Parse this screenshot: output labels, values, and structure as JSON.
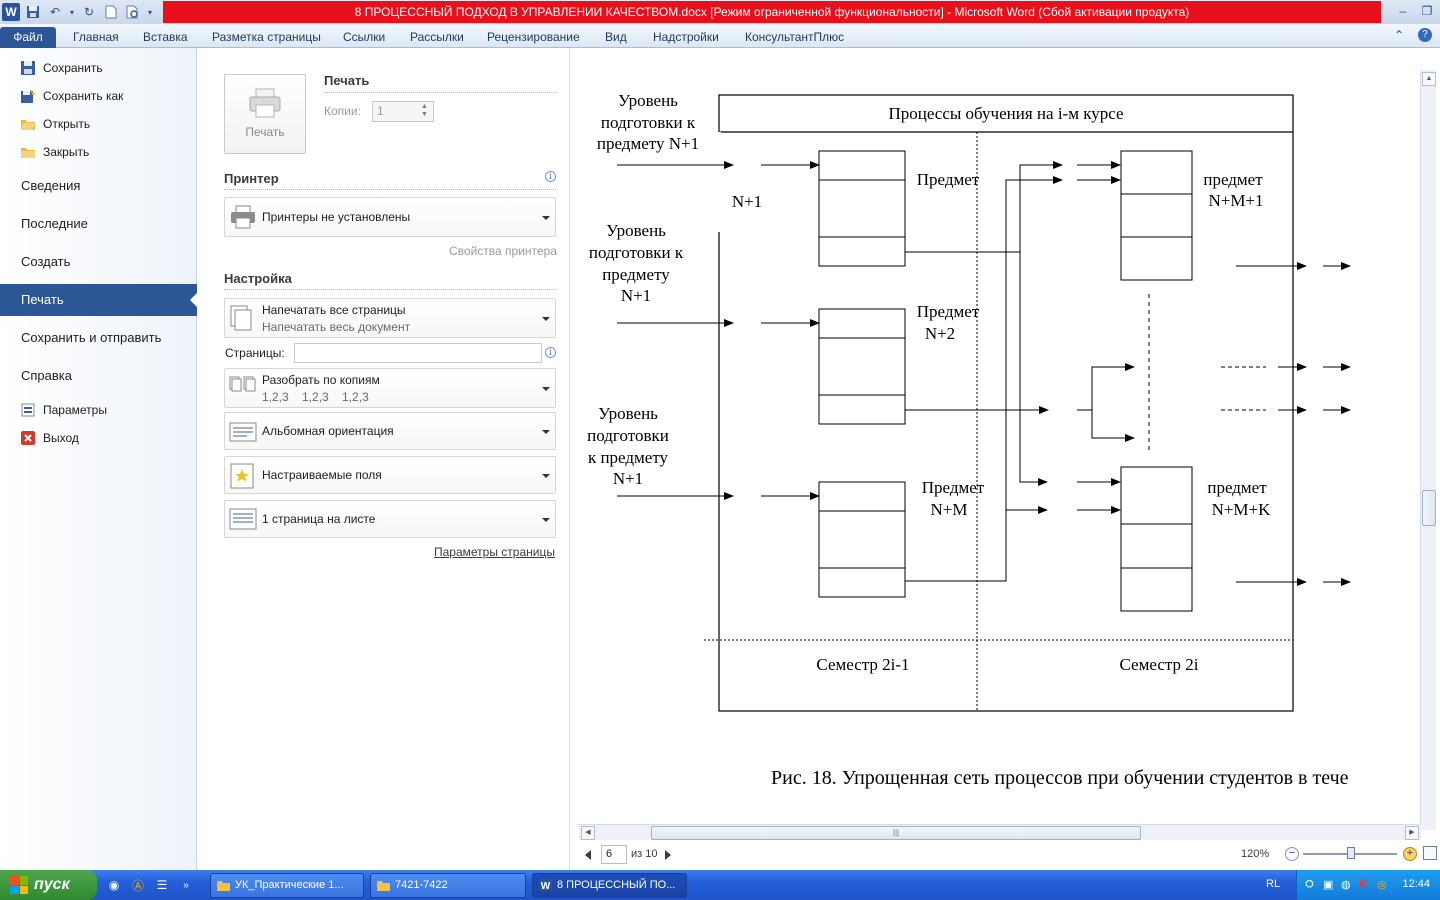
{
  "window": {
    "title": "8 ПРОЦЕССНЫЙ ПОДХОД В УПРАВЛЕНИИ КАЧЕСТВОМ.docx [Режим ограниченной функциональности]  -  Microsoft Word (Сбой активации продукта)",
    "word_icon": "W"
  },
  "ribbon": {
    "tabs": [
      "Файл",
      "Главная",
      "Вставка",
      "Разметка страницы",
      "Ссылки",
      "Рассылки",
      "Рецензирование",
      "Вид",
      "Надстройки",
      "КонсультантПлюс"
    ]
  },
  "backstage": {
    "commands": [
      {
        "label": "Сохранить",
        "icon": "save-icon"
      },
      {
        "label": "Сохранить как",
        "icon": "save-as-icon"
      },
      {
        "label": "Открыть",
        "icon": "open-folder-icon"
      },
      {
        "label": "Закрыть",
        "icon": "close-folder-icon"
      }
    ],
    "tabs": [
      "Сведения",
      "Последние",
      "Создать",
      "Печать",
      "Сохранить и отправить",
      "Справка"
    ],
    "active_tab": "Печать",
    "bottom_commands": [
      {
        "label": "Параметры",
        "icon": "options-icon"
      },
      {
        "label": "Выход",
        "icon": "exit-icon"
      }
    ]
  },
  "print": {
    "button_label": "Печать",
    "section_title": "Печать",
    "copies_label": "Копии:",
    "copies_value": "1",
    "printer_title": "Принтер",
    "printer_value": "Принтеры не установлены",
    "printer_properties": "Свойства принтера",
    "settings_title": "Настройка",
    "pages_option_line1": "Напечатать все страницы",
    "pages_option_line2": "Напечатать весь документ",
    "pages_label": "Страницы:",
    "collate_line1": "Разобрать по копиям",
    "collate_line2": "1,2,3    1,2,3    1,2,3",
    "orientation": "Альбомная ориентация",
    "margins": "Настраиваемые поля",
    "per_sheet": "1 страница на листе",
    "page_setup_link": "Параметры страницы"
  },
  "diagram": {
    "header": "Процессы обучения на i-м курсе",
    "level_labels": [
      [
        "Уровень",
        "подготовки к",
        "предмету N+1"
      ],
      [
        "Уровень",
        "подготовки к",
        "предмету",
        "N+1"
      ],
      [
        "Уровень",
        "подготовки",
        "к предмету",
        "N+1"
      ]
    ],
    "n1_label": "N+1",
    "subjects_left": [
      [
        "Предмет"
      ],
      [
        "Предмет",
        "N+2"
      ],
      [
        "Предмет",
        "N+M"
      ]
    ],
    "subjects_right": [
      [
        "предмет",
        "N+M+1"
      ],
      [
        "предмет",
        "N+M+K"
      ]
    ],
    "semester_left": "Семестр 2i-1",
    "semester_right": "Семестр 2i",
    "caption": "Рис. 18. Упрощенная сеть процессов при обучении студентов в тече"
  },
  "statusbar": {
    "page_current": "6",
    "page_of": "из 10",
    "zoom": "120%",
    "zoom_level_percent": 120
  },
  "taskbar": {
    "start_label": "пуск",
    "tasks": [
      {
        "label": "УК_Практические 1...",
        "icon": "folder-icon"
      },
      {
        "label": "7421-7422",
        "icon": "folder-icon"
      },
      {
        "label": "8 ПРОЦЕССНЫЙ ПО...",
        "icon": "word-icon"
      }
    ],
    "language": "RL",
    "clock": "12:44"
  }
}
